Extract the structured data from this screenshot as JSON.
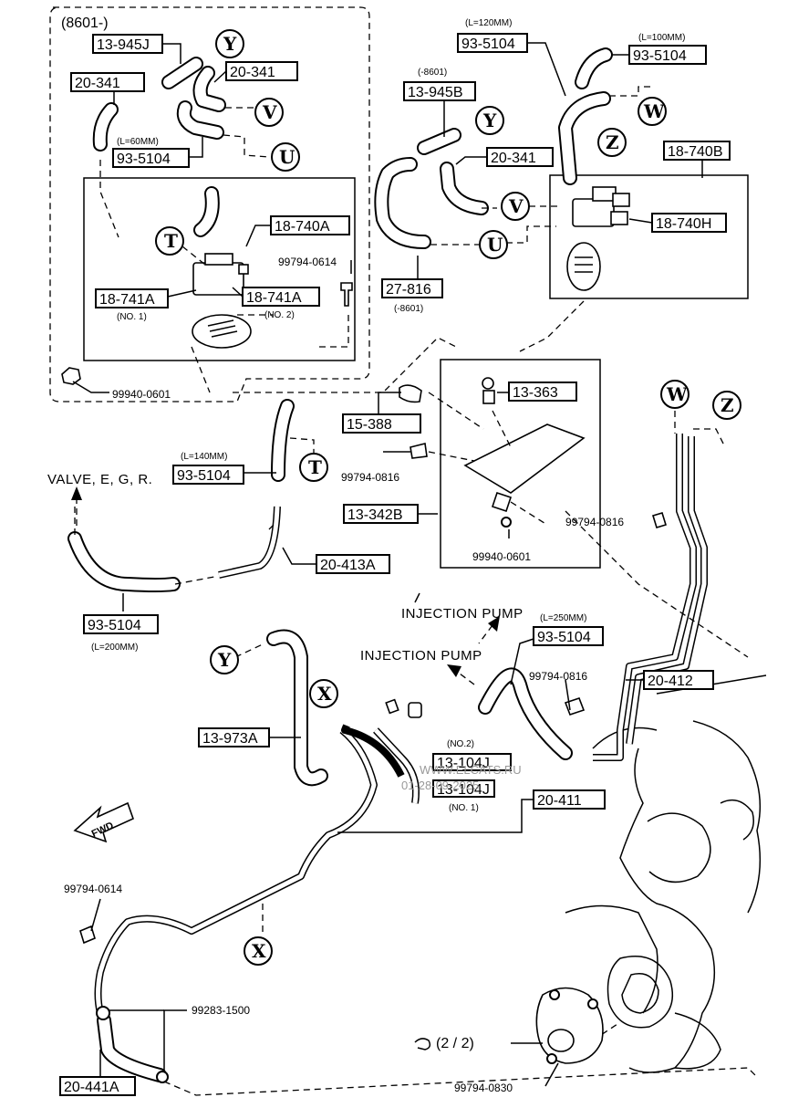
{
  "labels": {
    "group_8601": "(8601-)",
    "l120": "(L=120MM)",
    "l100": "(L=100MM)",
    "m8601": "(-8601)",
    "l60": "(L=60MM)",
    "l140": "(L=140MM)",
    "l250": "(L=250MM)",
    "l200": "(L=200MM)",
    "no1_a": "(NO. 1)",
    "no2_a": "(NO. 2)",
    "no2_b": "(NO.2)",
    "no1_b": "(NO. 1)",
    "m8601_b": "(-8601)",
    "valve_egr": "VALVE, E, G, R.",
    "injection_pump_1": "INJECTION PUMP",
    "injection_pump_2": "INJECTION PUMP",
    "fwd": "FWD",
    "qty": "(2 / 2)",
    "watermark_1": "WWW.ELCATS.RU",
    "watermark_2": "01-28-09-2025"
  },
  "part_numbers": {
    "p13945J": "13-945J",
    "p20341_a": "20-341",
    "p20341_b": "20-341",
    "p935104_a": "93-5104",
    "p18740A": "18-740A",
    "p18741A_1": "18-741A",
    "p18741A_2": "18-741A",
    "p99794_0614_a": "99794-0614",
    "p99940_0601_a": "99940-0601",
    "p935104_b": "93-5104",
    "p935104_c": "93-5104",
    "p13945B": "13-945B",
    "p20341_c": "20-341",
    "p18740B": "18-740B",
    "p18740H": "18-740H",
    "p27816": "27-816",
    "p13363": "13-363",
    "p15388": "15-388",
    "p99794_0816_a": "99794-0816",
    "p13342B": "13-342B",
    "p99940_0601_b": "99940-0601",
    "p935104_d": "93-5104",
    "p20413A": "20-413A",
    "p935104_e": "93-5104",
    "p99794_0816_b": "99794-0816",
    "p935104_f": "93-5104",
    "p99794_0816_c": "99794-0816",
    "p20412": "20-412",
    "p13973A": "13-973A",
    "p13104J_2": "13-104J",
    "p13104J_1": "13-104J",
    "p20411": "20-411",
    "p99794_0614_b": "99794-0614",
    "p99283_1500": "99283-1500",
    "p20441A": "20-441A",
    "p99794_0830": "99794-0830"
  },
  "markers": {
    "y1": "Y",
    "v1": "V",
    "u1": "U",
    "t1": "T",
    "y2": "Y",
    "v2": "V",
    "u2": "U",
    "z1": "Z",
    "w1": "W",
    "t2": "T",
    "w2": "W",
    "z2": "Z",
    "y3": "Y",
    "x1": "X",
    "x2": "X"
  }
}
